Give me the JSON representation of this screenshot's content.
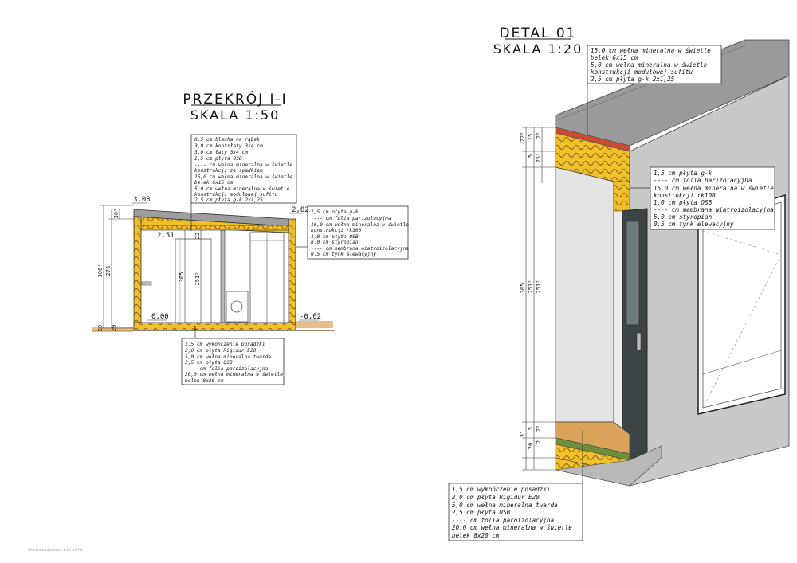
{
  "left": {
    "title": "PRZEKRÓJ I-I",
    "scale": "SKALA 1:50",
    "roof_notes": [
      "0,5 cm blacha na rąbek",
      "3,0 cm kontrłaty 3x4 cm",
      "3,0 cm łaty 3x4 cm",
      "1,5 cm płyta OSB",
      "---- cm wełna mineralna w świetle",
      "        konstrukcji ze spadkiem",
      "15,0 cm wełna mineralna w świetle",
      "        belek 6x15 cm",
      "5,0 cm wełna mineralna w świetle",
      "        konstrukcji modułowej sufitu",
      "2,5 cm płyta g-k 2x1,25"
    ],
    "wall_notes": [
      "1,5 cm płyta g-k",
      "---- cm folia parizolacyjna",
      "10,0 cm wełna mineralna w świetle",
      "        konstrukcji rk100",
      "1,0 cm płyta OSB",
      "8,0 cm styropian",
      "---- cm membrana wiatroizolacyjna",
      "0,5 cm tynk elewacyjny"
    ],
    "floor_notes": [
      "1,5 cm wykończenie posadzki",
      "2,0 cm płyta Rigidur E20",
      "5,0 cm wełna mineralna twarda",
      "2,5 cm płyta OSB",
      "---- cm folia paroizolacyjna",
      "20,0 cm wełna mineralna w świetle",
      "        belek 8x20 cm"
    ],
    "dims": {
      "d303": "3,03",
      "d282": "2,82",
      "d251": "2,51",
      "d000": "0,00",
      "d002": "-0,02",
      "v306": "306⁷",
      "v276": "276",
      "v30": "30²",
      "v305": "305",
      "v251": "251⁵",
      "v22": "22",
      "v31": "31",
      "v29": "29",
      "v25b": "29"
    }
  },
  "right": {
    "title": "DETAL 01",
    "scale": "SKALA 1:20",
    "roof_notes": [
      "15,0 cm wełna mineralna w świetle",
      "        belek 6x15 cm",
      "5,0 cm wełna mineralna w świetle",
      "        konstrukcji modułowej sufitu",
      "2,5 cm płyta g-k 2x1,25"
    ],
    "wall_notes": [
      "1,5 cm płyta g-k",
      "---- cm folia parizolacyjna",
      "15,0 cm wełna mineralna w świetle",
      "        konstrukcji rk100",
      "1,0 cm płyta OSB",
      "---- cm membrana wiatroizolacyjna",
      "5,0 cm styropian",
      "0,5 cm tynk elewacyjny"
    ],
    "floor_notes": [
      "1,5 cm wykończenie posadzki",
      "2,0 cm płyta Rigidur E20",
      "5,0 cm wełna mineralna twarda",
      "2,5 cm płyta OSB",
      "---- cm folia paroizolacyjna",
      "20,0 cm wełna mineralna w świetle",
      "        belek 8x20 cm"
    ],
    "dims": {
      "top1": "22⁵",
      "top2": "15",
      "top3": "2⁵",
      "top4": "5",
      "top5": "25⁵",
      "mid1": "305",
      "mid2": "251⁵",
      "mid3": "251⁵",
      "bot1": "31",
      "bot2": "20",
      "bot3": "2⁵",
      "bot4": "5",
      "bot5": "2"
    }
  },
  "footer": "Wiedza budowlana 1:20 A3 A4"
}
